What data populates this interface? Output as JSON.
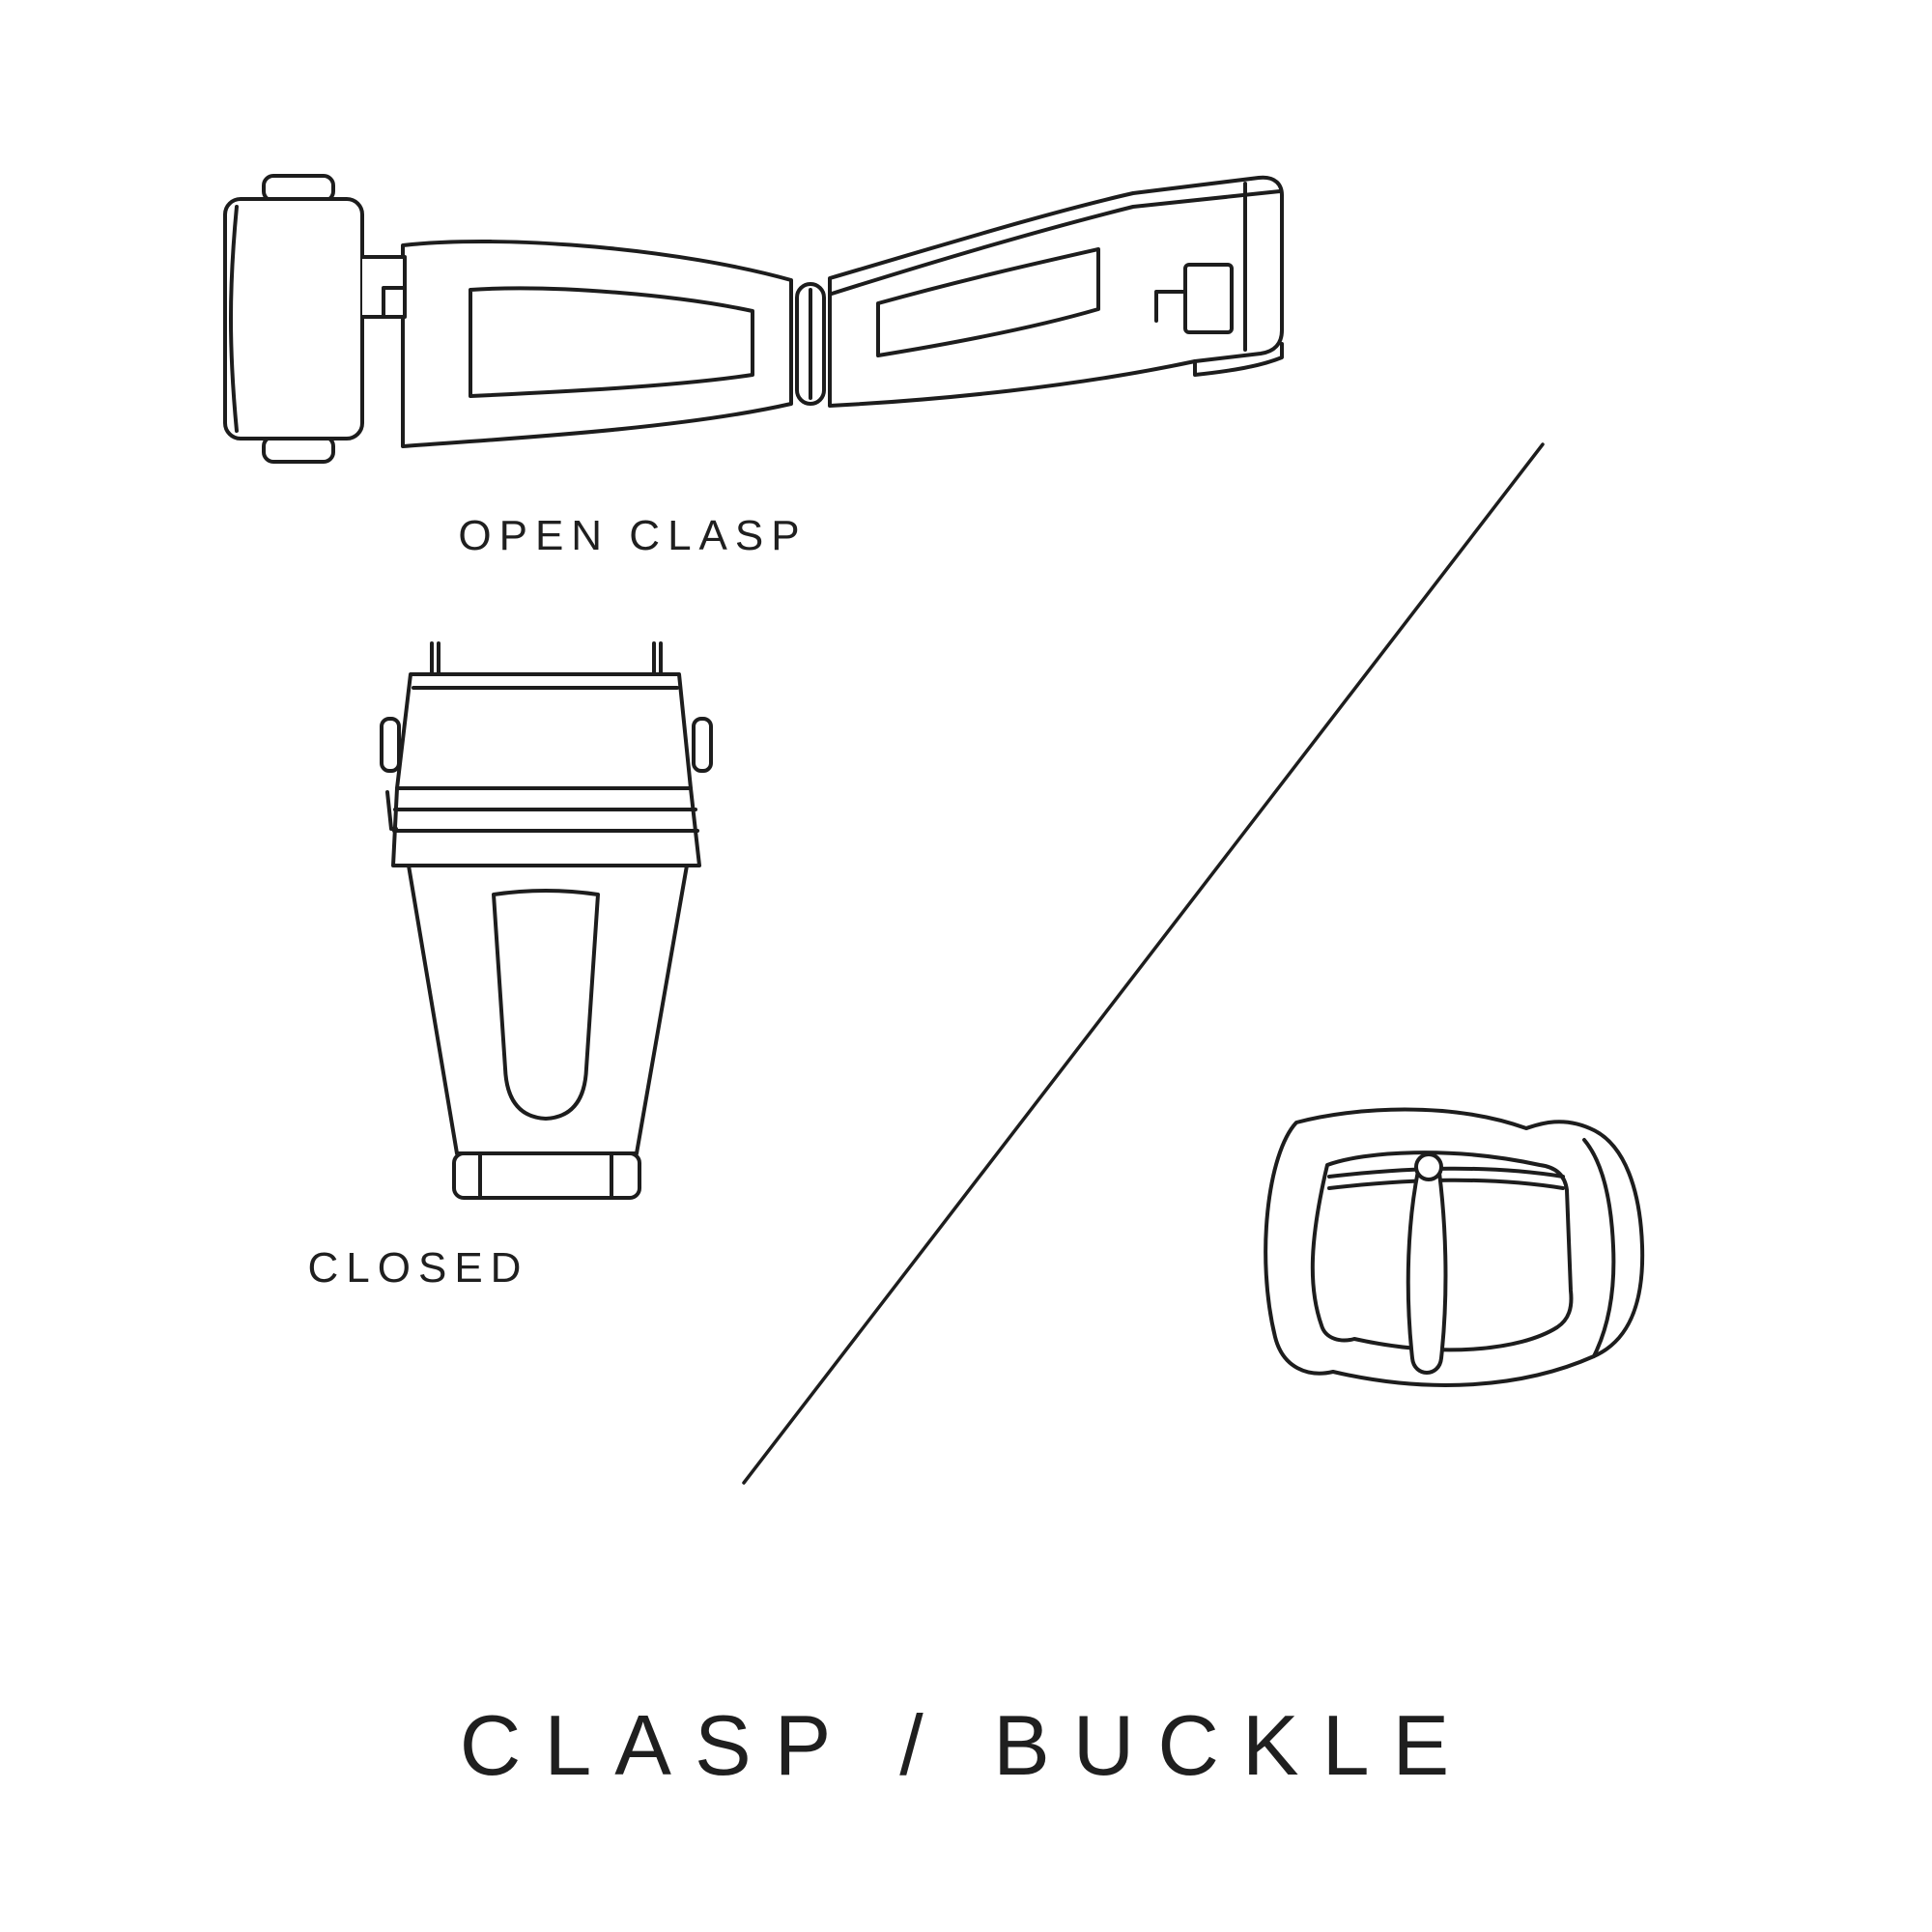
{
  "canvas": {
    "background": "#ffffff",
    "line_color": "#1d1d1d",
    "text_color": "#1f1f1f"
  },
  "labels": {
    "open_clasp": "OPEN CLASP",
    "closed": "CLOSED",
    "title": "CLASP / BUCKLE"
  },
  "figures": {
    "open_clasp": "open-clasp-illustration",
    "closed_clasp": "closed-clasp-illustration",
    "buckle": "buckle-illustration",
    "divider": "diagonal-divider-line"
  }
}
